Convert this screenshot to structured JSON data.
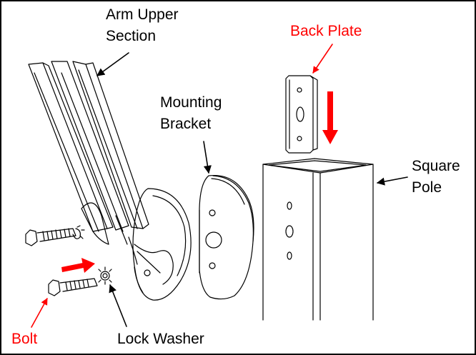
{
  "labels": {
    "arm_upper_section": {
      "line1": "Arm Upper",
      "line2": "Section"
    },
    "back_plate": "Back Plate",
    "mounting_bracket": {
      "line1": "Mounting",
      "line2": "Bracket"
    },
    "square_pole": {
      "line1": "Square",
      "line2": "Pole"
    },
    "bolt": "Bolt",
    "lock_washer": "Lock Washer"
  },
  "colors": {
    "highlight": "#ff0000",
    "line": "#000000",
    "background": "#ffffff"
  }
}
